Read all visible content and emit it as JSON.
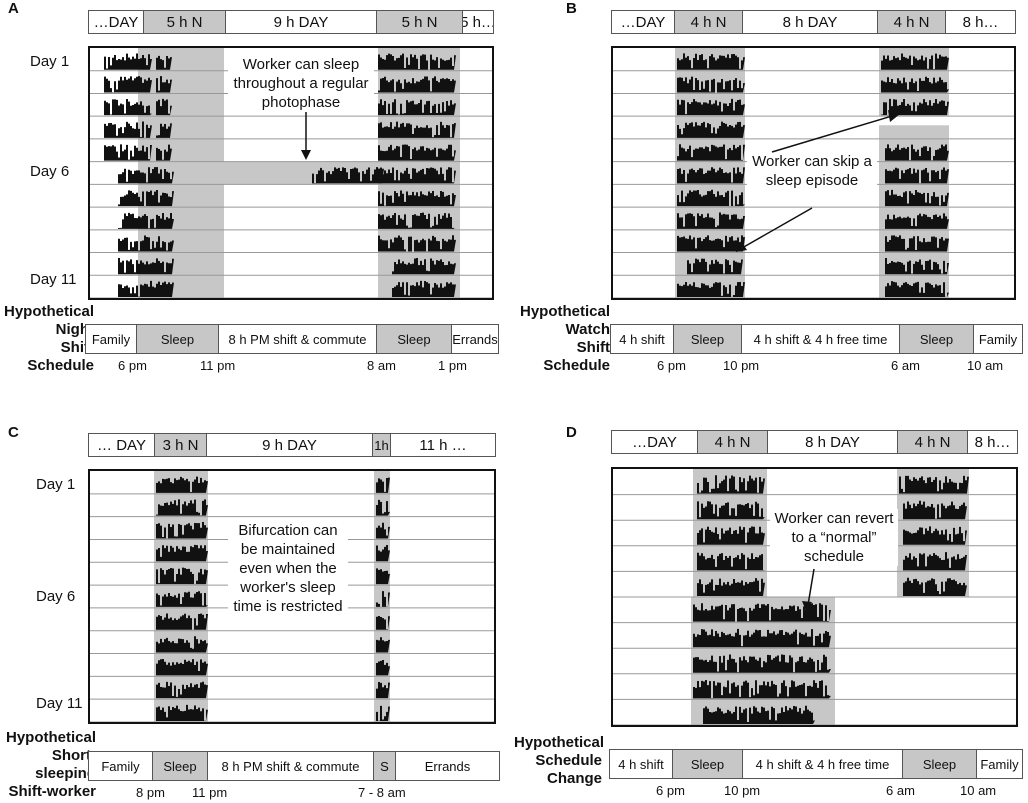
{
  "colors": {
    "sleep_shade": "#c7c7c7",
    "activity": "#111111",
    "row_line": "#999999"
  },
  "panels": {
    "A": {
      "label": "A",
      "top_bar": [
        "…DAY",
        "5 h N",
        "9 h DAY",
        "5 h N",
        "5 h…"
      ],
      "day_labels": [
        "Day 1",
        "Day 6",
        "Day 11"
      ],
      "annotation": "Worker can sleep throughout a regular photophase",
      "hyp_label": [
        "Hypothetical",
        "Night",
        "Shift",
        "Schedule"
      ],
      "schedule": [
        "Family",
        "Sleep",
        "8 h PM shift & commute",
        "Sleep",
        "Errands"
      ],
      "times": [
        "6 pm",
        "11 pm",
        "8 am",
        "1 pm"
      ]
    },
    "B": {
      "label": "B",
      "top_bar": [
        "…DAY",
        "4 h N",
        "8 h DAY",
        "4 h N",
        "8 h…"
      ],
      "annotation": "Worker can skip a sleep episode",
      "hyp_label": [
        "Hypothetical",
        "Watch",
        "Shift",
        "Schedule"
      ],
      "schedule": [
        "4 h shift",
        "Sleep",
        "4 h shift & 4 h free time",
        "Sleep",
        "Family"
      ],
      "times": [
        "6 pm",
        "10 pm",
        "6 am",
        "10 am"
      ]
    },
    "C": {
      "label": "C",
      "top_bar": [
        "… DAY",
        "3 h N",
        "9 h DAY",
        "1h",
        "11 h …"
      ],
      "day_labels": [
        "Day 1",
        "Day 6",
        "Day 11"
      ],
      "annotation": "Bifurcation can be maintained even when the worker's sleep time is restricted",
      "hyp_label": [
        "Hypothetical",
        "Short-",
        "sleeping",
        "Shift-worker"
      ],
      "schedule": [
        "Family",
        "Sleep",
        "8 h PM shift & commute",
        "S",
        "Errands"
      ],
      "times": [
        "8 pm",
        "11 pm",
        "7 - 8 am"
      ]
    },
    "D": {
      "label": "D",
      "top_bar": [
        "…DAY",
        "4 h N",
        "8 h DAY",
        "4 h N",
        "8 h…"
      ],
      "annotation": "Worker can revert to a “normal” schedule",
      "hyp_label": [
        "Hypothetical",
        "Schedule",
        "Change"
      ],
      "schedule": [
        "4 h shift",
        "Sleep",
        "4 h shift & 4 h free time",
        "Sleep",
        "Family"
      ],
      "times": [
        "6 pm",
        "10 pm",
        "6 am",
        "10 am"
      ]
    }
  }
}
